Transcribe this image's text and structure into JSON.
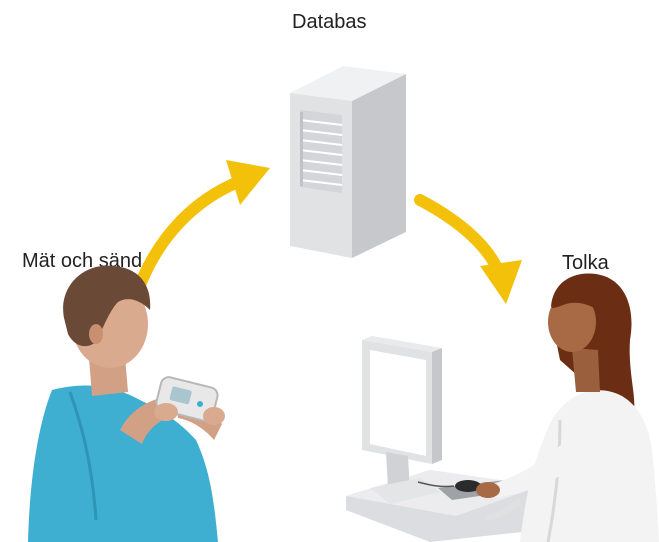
{
  "labels": {
    "database": "Databas",
    "measure_send": "Mät och sänd",
    "interpret": "Tolka"
  },
  "icons": {
    "server": "server-tower-icon",
    "patient": "person-with-device",
    "clinician": "clinician-at-computer",
    "arrow_up": "curved-arrow-up-right",
    "arrow_down": "curved-arrow-down-right"
  },
  "colors": {
    "arrow": "#f3c10a",
    "server_front": "#e1e2e4",
    "server_side": "#c6c8cb",
    "shirt_patient": "#3eaed1",
    "hair_patient": "#6a4a36",
    "coat_clinician": "#f3f3f3",
    "hair_clinician": "#6b2d14"
  }
}
